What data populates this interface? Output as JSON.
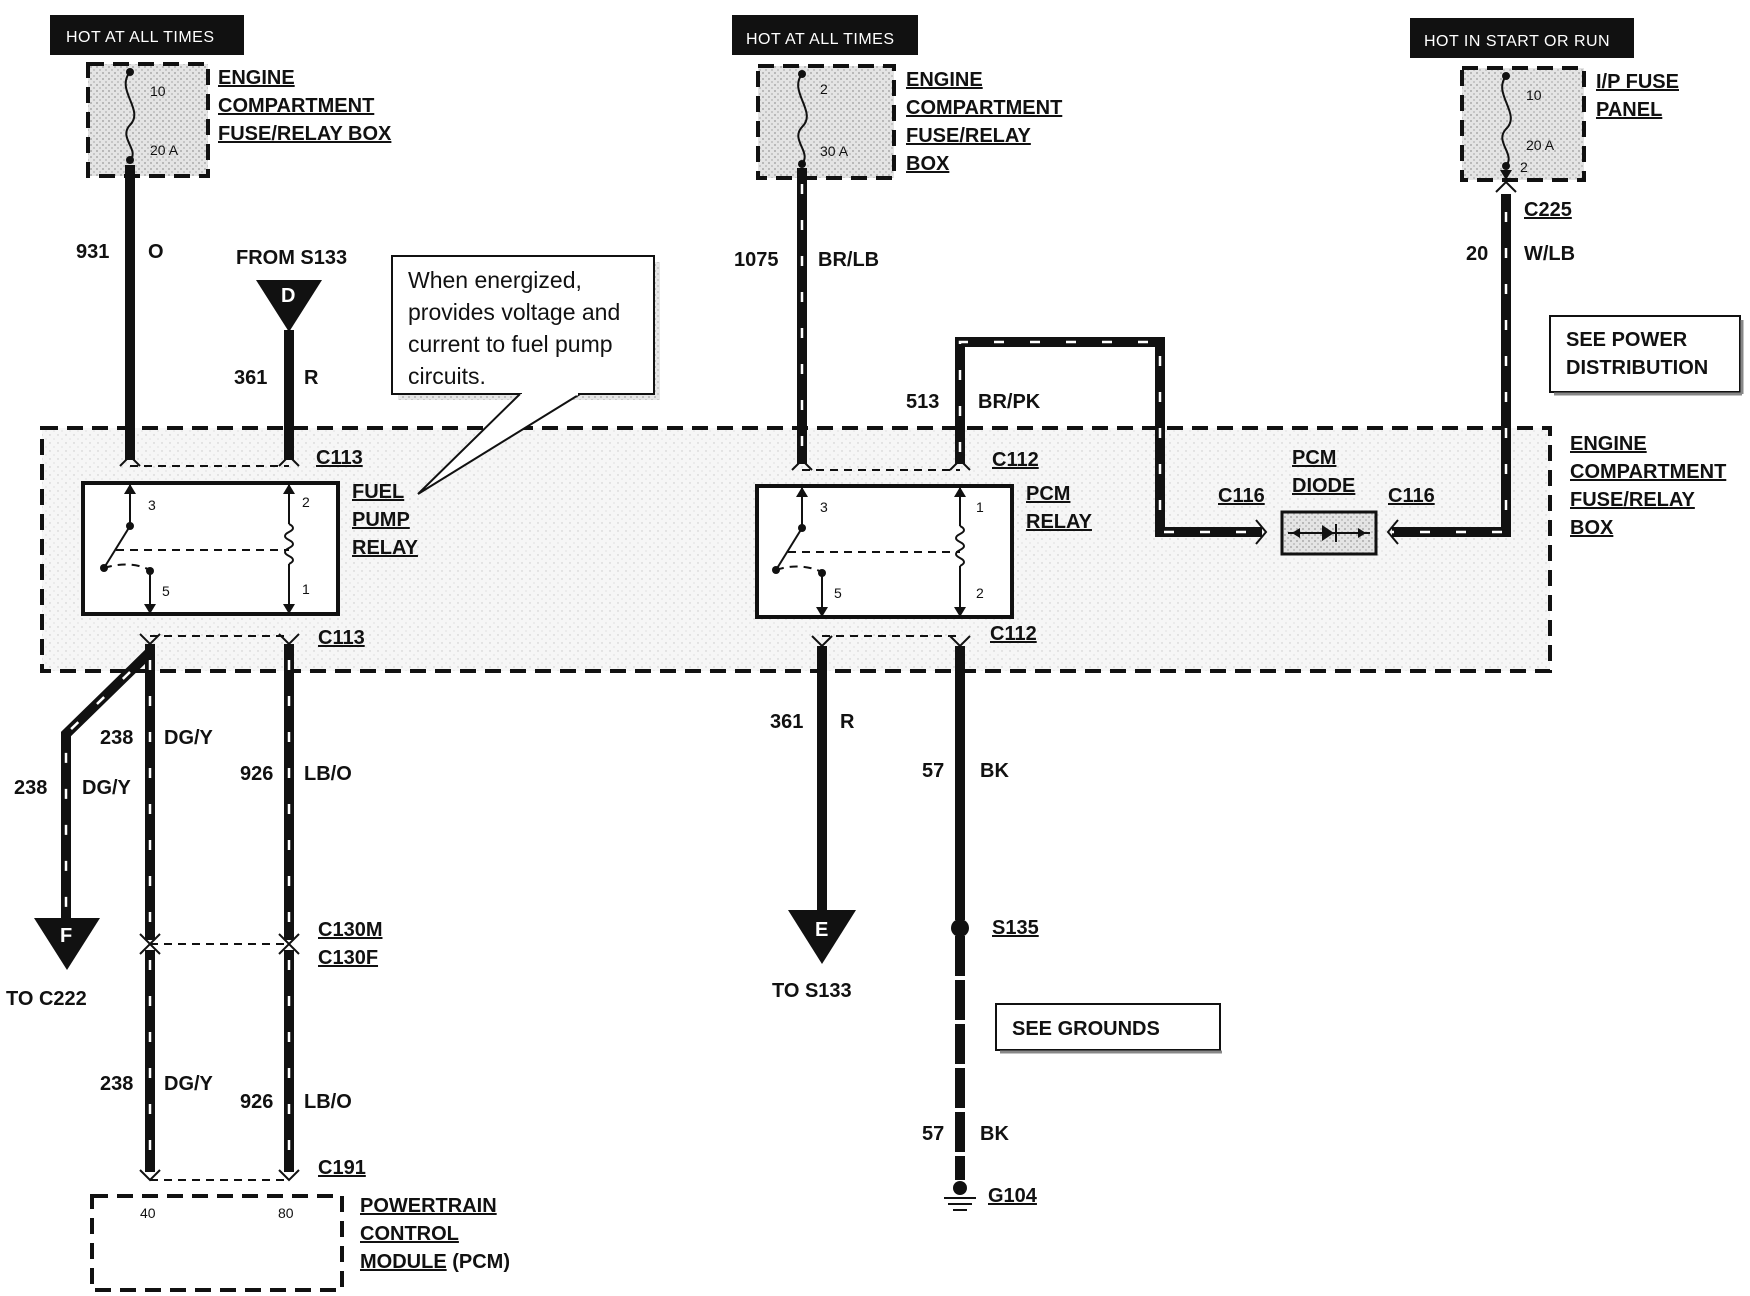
{
  "power_sources": {
    "left_hot": "HOT AT ALL TIMES",
    "middle_hot": "HOT AT ALL TIMES",
    "right_hot": "HOT IN START OR RUN"
  },
  "fuses": {
    "left": {
      "number": "10",
      "rating": "20 A",
      "label_lines": [
        "ENGINE",
        "COMPARTMENT",
        "FUSE/RELAY BOX"
      ]
    },
    "middle": {
      "number": "2",
      "rating": "30 A",
      "label_lines": [
        "ENGINE",
        "COMPARTMENT",
        "FUSE/RELAY",
        "BOX"
      ]
    },
    "right": {
      "number": "10",
      "rating": "20 A",
      "pin": "2",
      "label_lines": [
        "I/P FUSE",
        "PANEL"
      ]
    }
  },
  "wires": {
    "w931": {
      "circuit": "931",
      "color": "O"
    },
    "w361_top": {
      "circuit": "361",
      "color": "R"
    },
    "w1075": {
      "circuit": "1075",
      "color": "BR/LB"
    },
    "w20": {
      "circuit": "20",
      "color": "W/LB"
    },
    "w513": {
      "circuit": "513",
      "color": "BR/PK"
    },
    "w238_upper": {
      "circuit": "238",
      "color": "DG/Y"
    },
    "w238_branch": {
      "circuit": "238",
      "color": "DG/Y"
    },
    "w926_upper": {
      "circuit": "926",
      "color": "LB/O"
    },
    "w238_lower": {
      "circuit": "238",
      "color": "DG/Y"
    },
    "w926_lower": {
      "circuit": "926",
      "color": "LB/O"
    },
    "w361_bottom": {
      "circuit": "361",
      "color": "R"
    },
    "w57_upper": {
      "circuit": "57",
      "color": "BK"
    },
    "w57_lower": {
      "circuit": "57",
      "color": "BK"
    }
  },
  "connectors": {
    "c113_top": "C113",
    "c113_bottom": "C113",
    "c112_top": "C112",
    "c112_bottom": "C112",
    "c116_left": "C116",
    "c116_right": "C116",
    "c225": "C225",
    "c130m": "C130M",
    "c130f": "C130F",
    "c191": "C191"
  },
  "offpage": {
    "from_s133_label": "FROM S133",
    "from_s133_letter": "D",
    "to_c222_label": "TO C222",
    "to_c222_letter": "F",
    "to_s133_label": "TO S133",
    "to_s133_letter": "E"
  },
  "components": {
    "fuel_pump_relay": {
      "label_lines": [
        "FUEL",
        "PUMP",
        "RELAY"
      ],
      "pins": [
        "3",
        "2",
        "5",
        "1"
      ]
    },
    "pcm_relay": {
      "label_lines": [
        "PCM",
        "RELAY"
      ],
      "pins": [
        "3",
        "1",
        "5",
        "2"
      ]
    },
    "pcm_diode": {
      "label_lines": [
        "PCM",
        "DIODE"
      ]
    },
    "fuse_relay_box": {
      "label_lines": [
        "ENGINE",
        "COMPARTMENT",
        "FUSE/RELAY",
        "BOX"
      ]
    },
    "pcm_module": {
      "label_lines": [
        "POWERTRAIN",
        "CONTROL",
        "MODULE"
      ],
      "suffix": "(PCM)",
      "pins": [
        "40",
        "80"
      ]
    }
  },
  "note_box": {
    "lines": [
      "When energized,",
      "provides voltage and",
      "current to fuel pump",
      "circuits."
    ]
  },
  "refs": {
    "power_distribution": [
      "SEE POWER",
      "DISTRIBUTION"
    ],
    "grounds": "SEE GROUNDS"
  },
  "splices": {
    "s135": "S135",
    "g104": "G104"
  }
}
